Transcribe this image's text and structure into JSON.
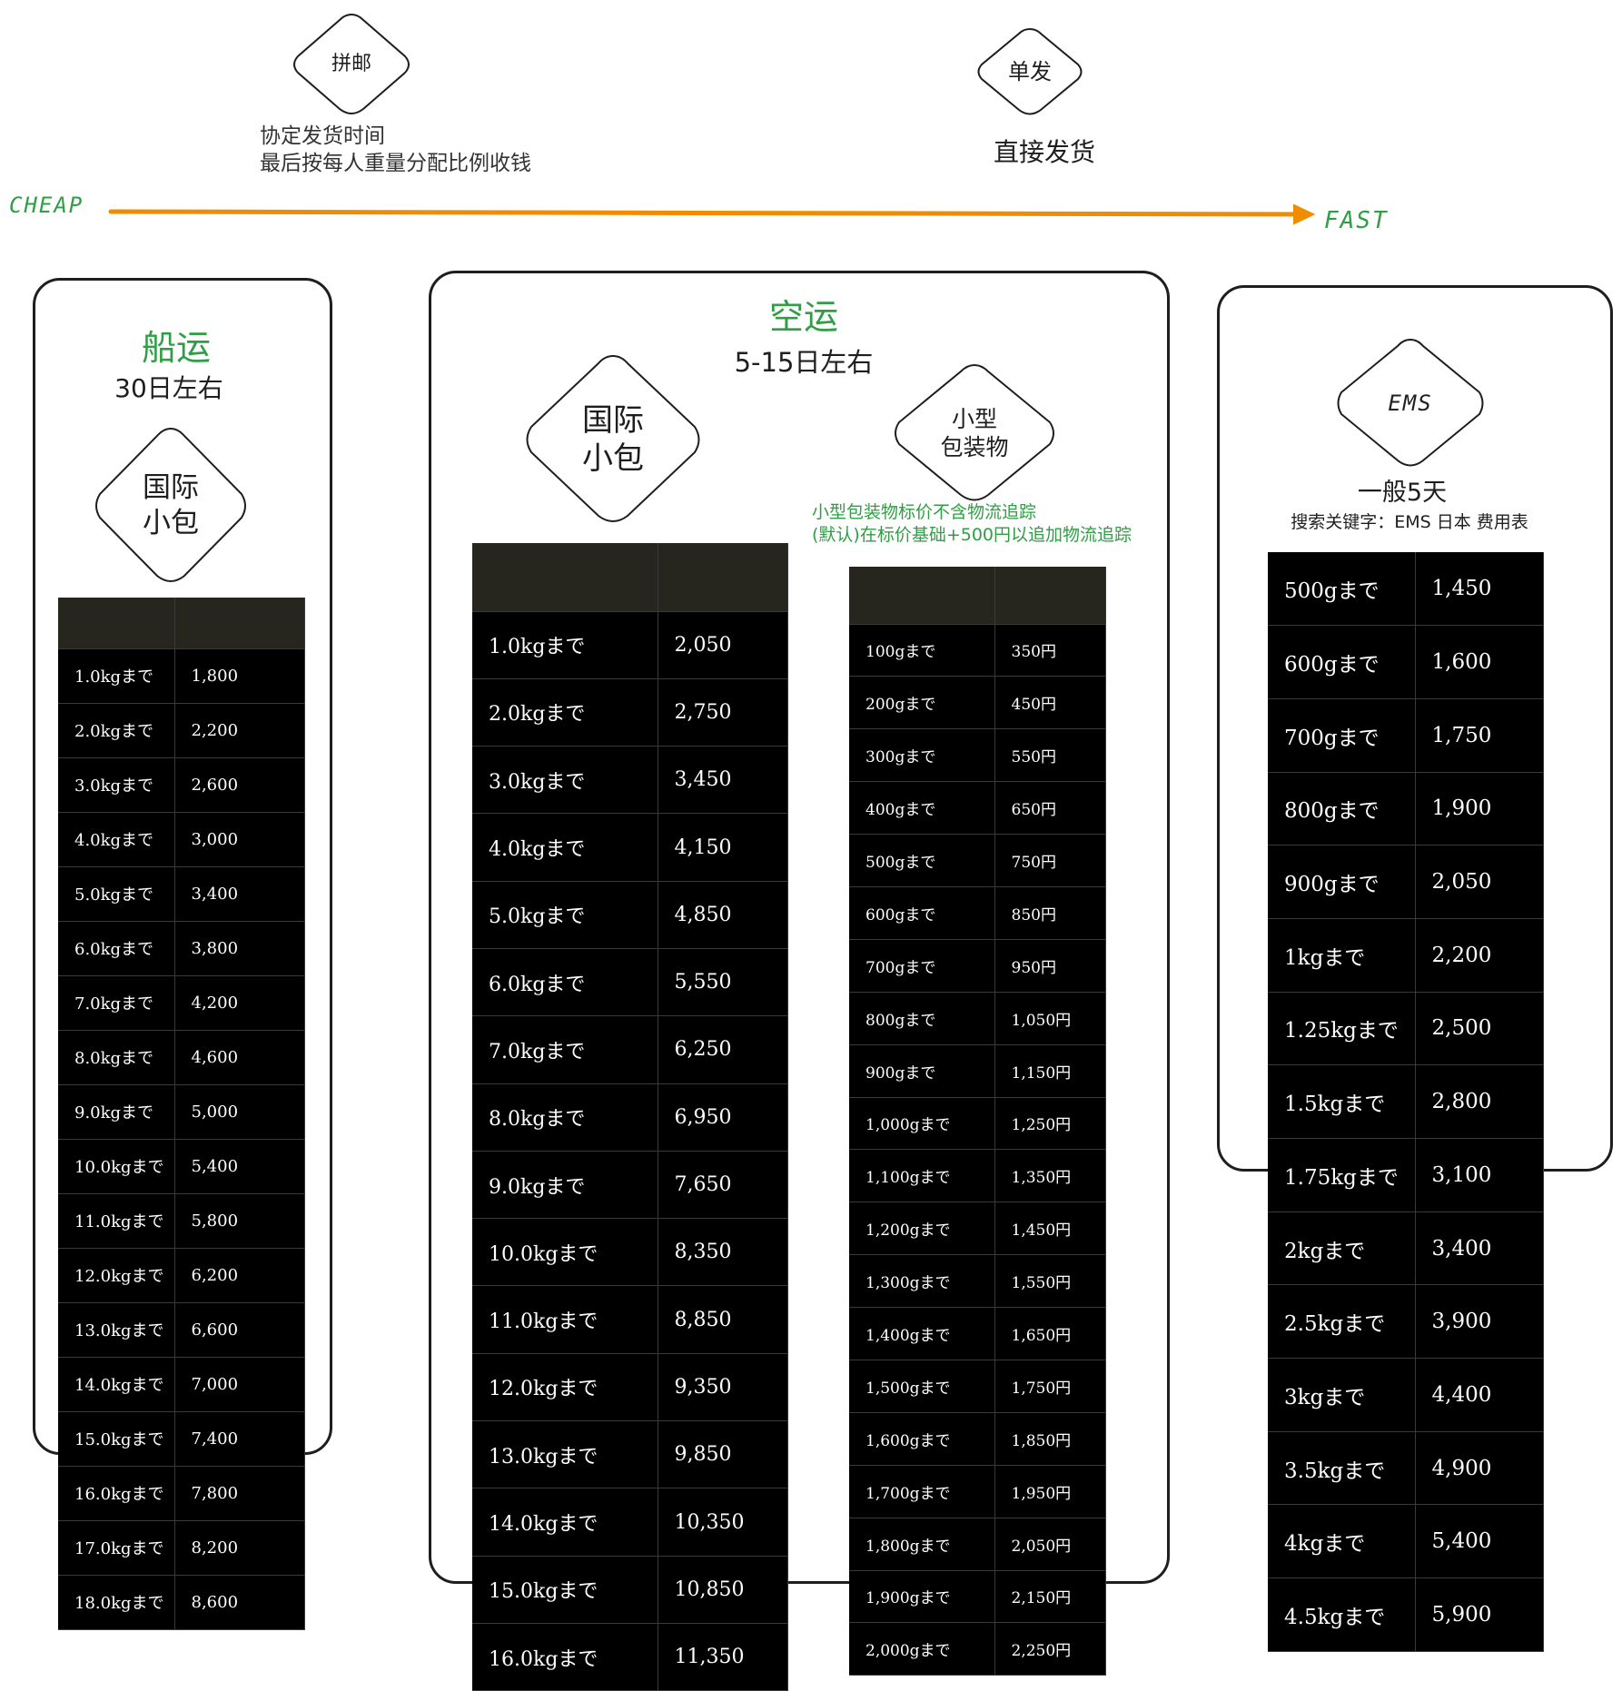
{
  "axis": {
    "left_label": "CHEAP",
    "right_label": "FAST",
    "arrow_color": "#f08c00",
    "label_color": "#2f9e44"
  },
  "top": {
    "combined": {
      "label": "拼邮",
      "note": "协定发货时间\n最后按每人重量分配比例收钱"
    },
    "single": {
      "label": "单发",
      "note": "直接发货"
    }
  },
  "sea": {
    "title": "船运",
    "duration": "30日左右",
    "service": "国际\n小包",
    "rows": [
      [
        "1.0kgまで",
        "1,800"
      ],
      [
        "2.0kgまで",
        "2,200"
      ],
      [
        "3.0kgまで",
        "2,600"
      ],
      [
        "4.0kgまで",
        "3,000"
      ],
      [
        "5.0kgまで",
        "3,400"
      ],
      [
        "6.0kgまで",
        "3,800"
      ],
      [
        "7.0kgまで",
        "4,200"
      ],
      [
        "8.0kgまで",
        "4,600"
      ],
      [
        "9.0kgまで",
        "5,000"
      ],
      [
        "10.0kgまで",
        "5,400"
      ],
      [
        "11.0kgまで",
        "5,800"
      ],
      [
        "12.0kgまで",
        "6,200"
      ],
      [
        "13.0kgまで",
        "6,600"
      ],
      [
        "14.0kgまで",
        "7,000"
      ],
      [
        "15.0kgまで",
        "7,400"
      ],
      [
        "16.0kgまで",
        "7,800"
      ],
      [
        "17.0kgまで",
        "8,200"
      ],
      [
        "18.0kgまで",
        "8,600"
      ]
    ]
  },
  "air": {
    "title": "空运",
    "duration": "5-15日左右",
    "intl": {
      "service": "国际\n小包",
      "rows": [
        [
          "1.0kgまで",
          "2,050"
        ],
        [
          "2.0kgまで",
          "2,750"
        ],
        [
          "3.0kgまで",
          "3,450"
        ],
        [
          "4.0kgまで",
          "4,150"
        ],
        [
          "5.0kgまで",
          "4,850"
        ],
        [
          "6.0kgまで",
          "5,550"
        ],
        [
          "7.0kgまで",
          "6,250"
        ],
        [
          "8.0kgまで",
          "6,950"
        ],
        [
          "9.0kgまで",
          "7,650"
        ],
        [
          "10.0kgまで",
          "8,350"
        ],
        [
          "11.0kgまで",
          "8,850"
        ],
        [
          "12.0kgまで",
          "9,350"
        ],
        [
          "13.0kgまで",
          "9,850"
        ],
        [
          "14.0kgまで",
          "10,350"
        ],
        [
          "15.0kgまで",
          "10,850"
        ],
        [
          "16.0kgまで",
          "11,350"
        ]
      ]
    },
    "small": {
      "service": "小型\n包装物",
      "note": "小型包装物标价不含物流追踪\n(默认)在标价基础+500円以追加物流追踪",
      "rows": [
        [
          "100gまで",
          "350円"
        ],
        [
          "200gまで",
          "450円"
        ],
        [
          "300gまで",
          "550円"
        ],
        [
          "400gまで",
          "650円"
        ],
        [
          "500gまで",
          "750円"
        ],
        [
          "600gまで",
          "850円"
        ],
        [
          "700gまで",
          "950円"
        ],
        [
          "800gまで",
          "1,050円"
        ],
        [
          "900gまで",
          "1,150円"
        ],
        [
          "1,000gまで",
          "1,250円"
        ],
        [
          "1,100gまで",
          "1,350円"
        ],
        [
          "1,200gまで",
          "1,450円"
        ],
        [
          "1,300gまで",
          "1,550円"
        ],
        [
          "1,400gまで",
          "1,650円"
        ],
        [
          "1,500gまで",
          "1,750円"
        ],
        [
          "1,600gまで",
          "1,850円"
        ],
        [
          "1,700gまで",
          "1,950円"
        ],
        [
          "1,800gまで",
          "2,050円"
        ],
        [
          "1,900gまで",
          "2,150円"
        ],
        [
          "2,000gまで",
          "2,250円"
        ]
      ]
    }
  },
  "ems": {
    "service": "EMS",
    "duration": "一般5天",
    "search_hint": "搜索关键字：EMS 日本 费用表",
    "rows": [
      [
        "500gまで",
        "1,450"
      ],
      [
        "600gまで",
        "1,600"
      ],
      [
        "700gまで",
        "1,750"
      ],
      [
        "800gまで",
        "1,900"
      ],
      [
        "900gまで",
        "2,050"
      ],
      [
        "1kgまで",
        "2,200"
      ],
      [
        "1.25kgまで",
        "2,500"
      ],
      [
        "1.5kgまで",
        "2,800"
      ],
      [
        "1.75kgまで",
        "3,100"
      ],
      [
        "2kgまで",
        "3,400"
      ],
      [
        "2.5kgまで",
        "3,900"
      ],
      [
        "3kgまで",
        "4,400"
      ],
      [
        "3.5kgまで",
        "4,900"
      ],
      [
        "4kgまで",
        "5,400"
      ],
      [
        "4.5kgまで",
        "5,900"
      ]
    ]
  }
}
